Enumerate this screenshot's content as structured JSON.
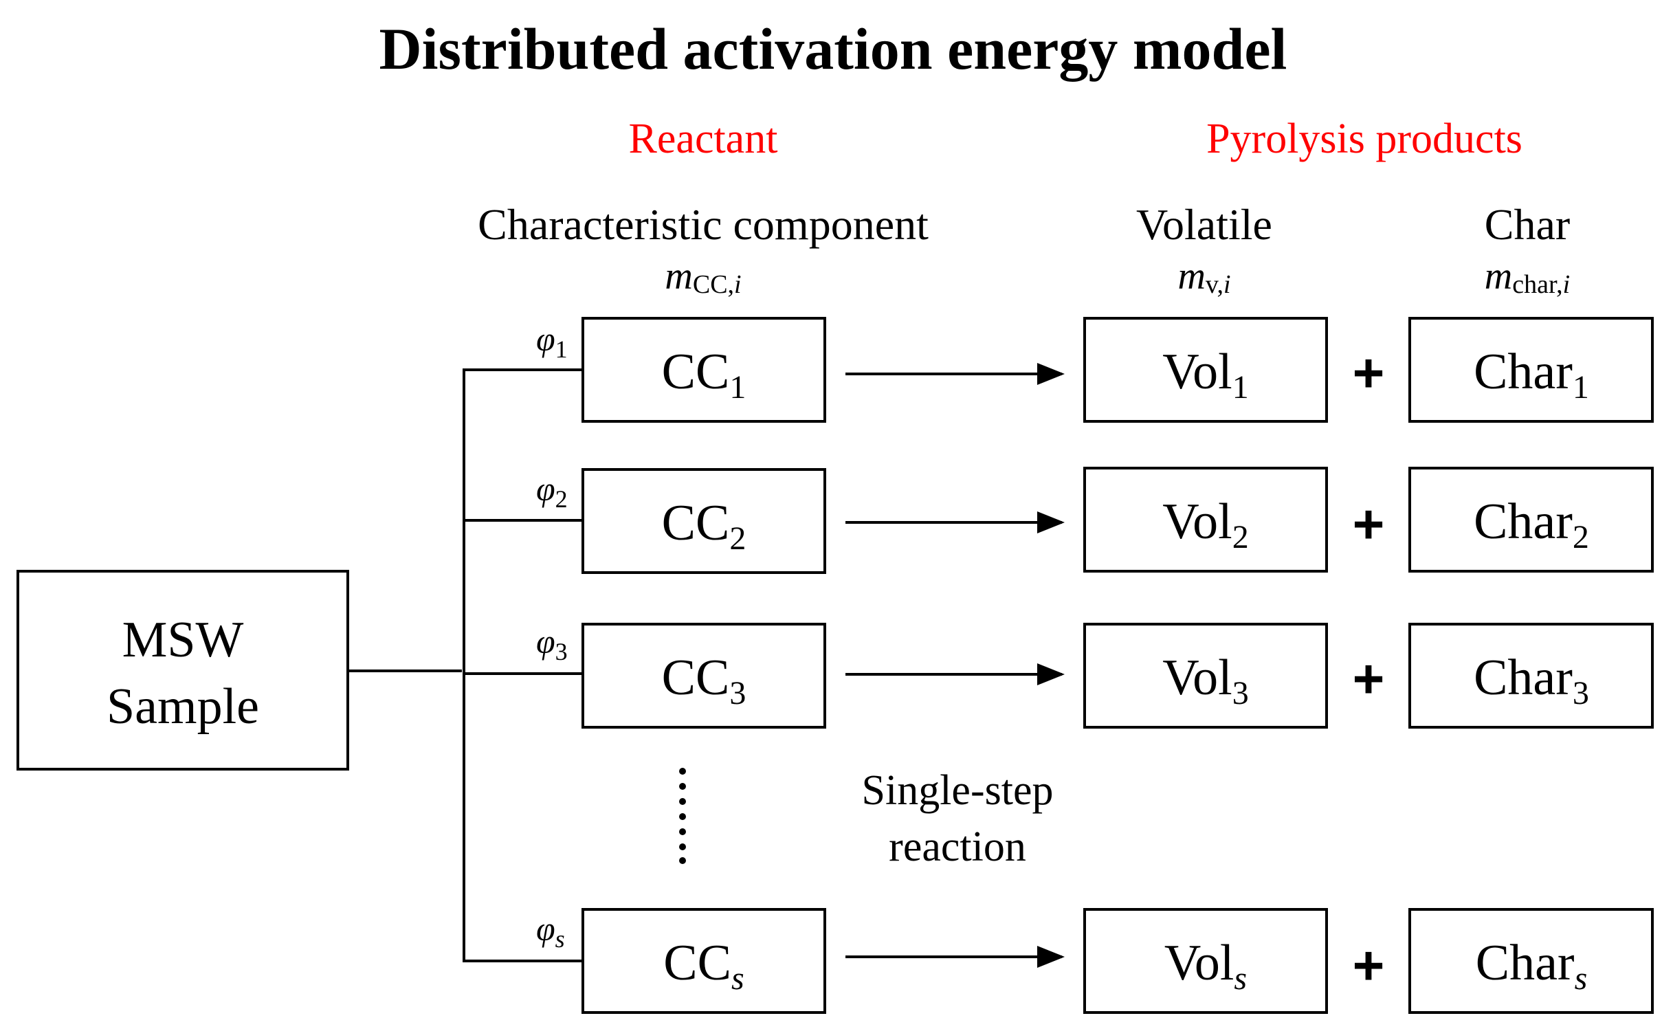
{
  "title": "Distributed activation energy model",
  "headers": {
    "reactant": "Reactant",
    "products": "Pyrolysis products",
    "cc_label": "Characteristic component",
    "cc_symbol": "m",
    "cc_symbol_sub": "CC,",
    "cc_symbol_sub_i": "i",
    "volatile_label": "Volatile",
    "volatile_symbol": "m",
    "volatile_symbol_sub": "v,",
    "volatile_symbol_sub_i": "i",
    "char_label": "Char",
    "char_symbol": "m",
    "char_symbol_sub": "char,",
    "char_symbol_sub_i": "i"
  },
  "sample": {
    "line1": "MSW",
    "line2": "Sample"
  },
  "rows": [
    {
      "phi": "φ",
      "phi_sub": "1",
      "cc": "CC",
      "cc_sub": "1",
      "vol": "Vol",
      "vol_sub": "1",
      "char": "Char",
      "char_sub": "1",
      "plus": "+"
    },
    {
      "phi": "φ",
      "phi_sub": "2",
      "cc": "CC",
      "cc_sub": "2",
      "vol": "Vol",
      "vol_sub": "2",
      "char": "Char",
      "char_sub": "2",
      "plus": "+"
    },
    {
      "phi": "φ",
      "phi_sub": "3",
      "cc": "CC",
      "cc_sub": "3",
      "vol": "Vol",
      "vol_sub": "3",
      "char": "Char",
      "char_sub": "3",
      "plus": "+"
    },
    {
      "phi": "φ",
      "phi_sub": "s",
      "cc": "CC",
      "cc_sub": "s",
      "vol": "Vol",
      "vol_sub": "s",
      "char": "Char",
      "char_sub": "s",
      "plus": "+"
    }
  ],
  "note": {
    "line1": "Single-step",
    "line2": "reaction"
  },
  "colors": {
    "accent_red": "#ff0000",
    "stroke": "#000000"
  }
}
